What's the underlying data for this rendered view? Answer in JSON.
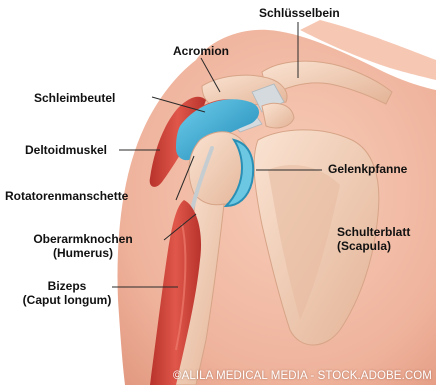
{
  "labels": {
    "clavicle": "Schlüsselbein",
    "acromion": "Acromion",
    "bursa": "Schleimbeutel",
    "deltoid": "Deltoidmuskel",
    "glenoid": "Gelenkpfanne",
    "rotator_cuff": "Rotatorenmanschette",
    "humerus_line1": "Oberarmknochen",
    "humerus_line2": "(Humerus)",
    "scapula_line1": "Schulterblatt",
    "scapula_line2": "(Scapula)",
    "biceps_line1": "Bizeps",
    "biceps_line2": "(Caput longum)"
  },
  "credit": "©ALILA MEDICAL MEDIA - STOCK.ADOBE.COM",
  "colors": {
    "skin": "#f2b9a3",
    "skin_shadow": "#e59a82",
    "bone": "#f4d3bd",
    "bone_shadow": "#d9a58a",
    "muscle": "#d8473d",
    "bursa": "#2fa8cf",
    "cartilage": "#7fd0e4",
    "ligament": "#cfd6da",
    "leader_line": "#2a2a2a"
  }
}
